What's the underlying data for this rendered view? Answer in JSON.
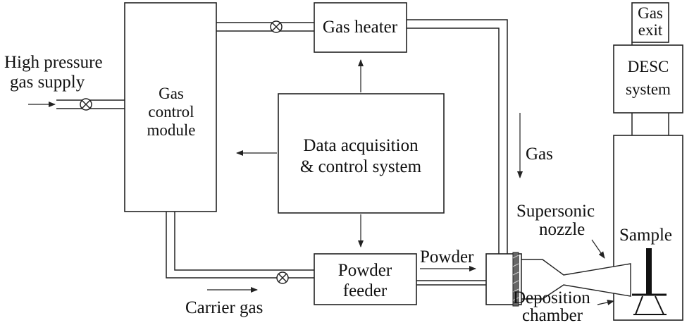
{
  "blocks": {
    "gas_control": [
      "Gas",
      "control",
      "module"
    ],
    "gas_heater": "Gas heater",
    "daq": [
      "Data acquisition",
      "& control system"
    ],
    "powder_feeder": [
      "Powder",
      "feeder"
    ],
    "desc": [
      "DESC",
      "system"
    ],
    "gas_exit": [
      "Gas",
      "exit"
    ]
  },
  "labels": {
    "high_pressure": [
      "High pressure",
      "gas supply"
    ],
    "carrier_gas": "Carrier gas",
    "gas_flow": "Gas",
    "powder": "Powder",
    "nozzle": [
      "Supersonic",
      "nozzle"
    ],
    "sample": "Sample",
    "deposition": [
      "Deposition",
      "chamber"
    ]
  },
  "icons": {
    "valve": "valve-icon",
    "arrow": "flow-arrow-icon"
  }
}
